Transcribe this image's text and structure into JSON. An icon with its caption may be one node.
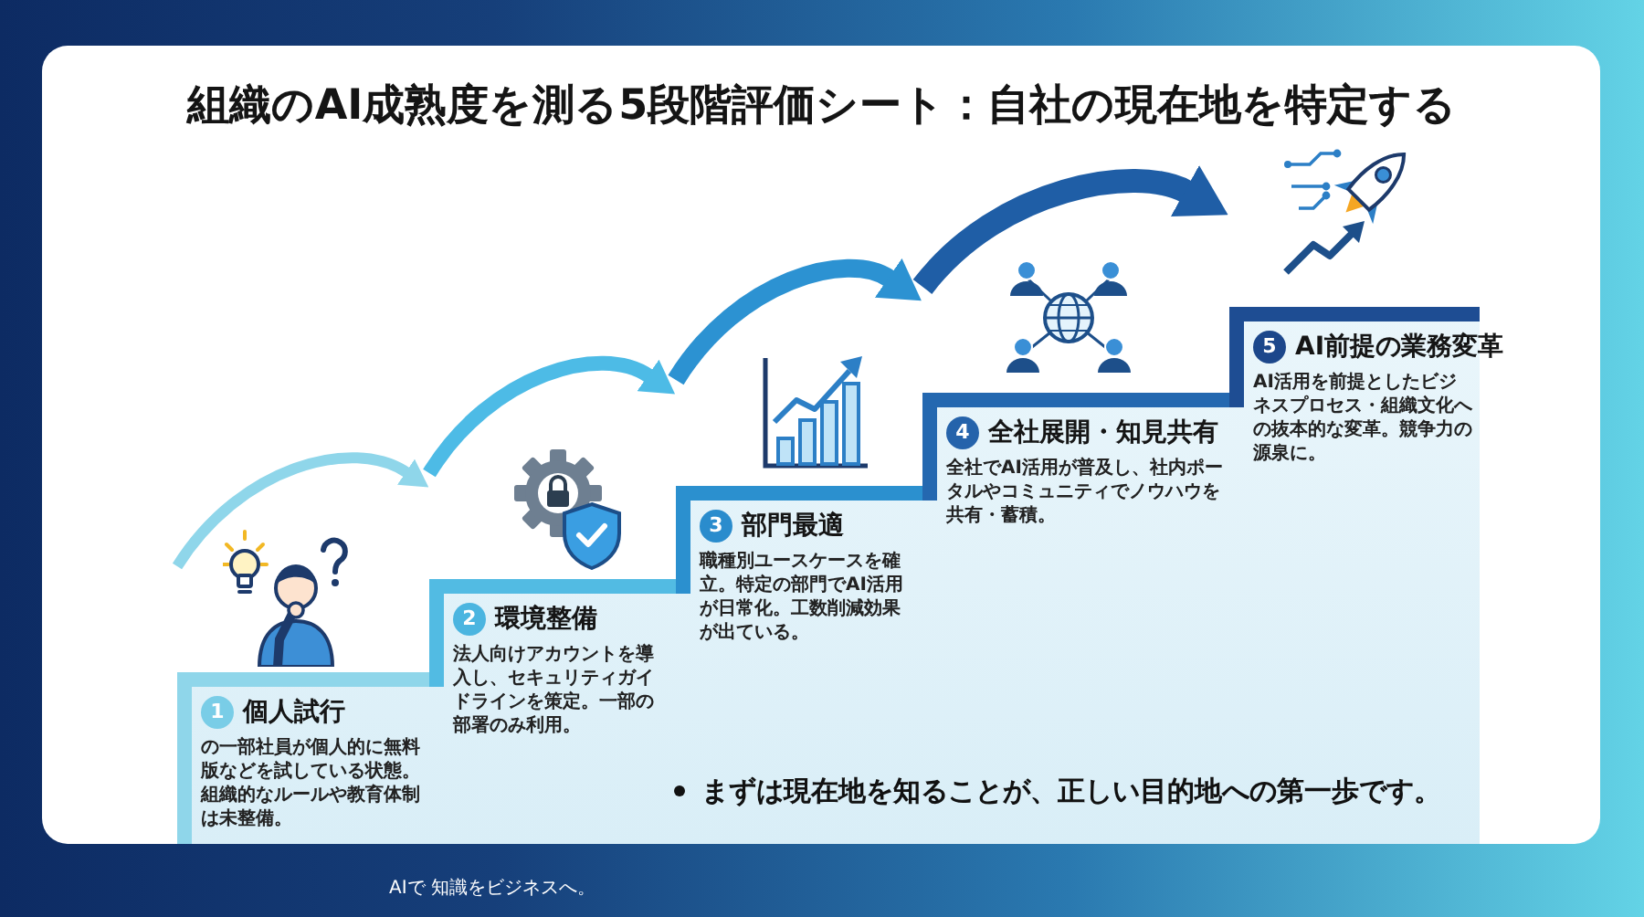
{
  "diagram": {
    "title": "組織のAI成熟度を測る5段階評価シート：自社の現在地を特定する",
    "nodes": [
      {
        "text": [
          "1",
          "個人試行",
          "の一部社員が個人的に無料版などを試している状態。組織的なルールや教育体制は未整備。"
        ]
      },
      {
        "text": [
          "2",
          "環境整備",
          "法人向けアカウントを導入し、セキュリティガイドラインを策定。一部の部署のみ利用。"
        ]
      },
      {
        "text": [
          "3",
          "部門最適",
          "職種別ユースケースを確立。特定の部門でAI活用が日常化。工数削減効果が出ている。"
        ]
      },
      {
        "text": [
          "4",
          "全社展開・知見共有",
          "全社でAI活用が普及し、社内ポータルやコミュニティでノウハウを共有・蓄積。"
        ]
      },
      {
        "text": [
          "5",
          "AI前提の業務変革",
          "AI活用を前提としたビジネスプロセス・組織文化への抜本的な変革。競争力の源泉に。"
        ]
      }
    ],
    "edges": [
      {
        "from": 0,
        "to": 1,
        "arrow": "to",
        "color": "#8fd6ea"
      },
      {
        "from": 1,
        "to": 2,
        "arrow": "to",
        "color": "#4dbbe6"
      },
      {
        "from": 2,
        "to": 3,
        "arrow": "to",
        "color": "#2c92d2"
      },
      {
        "from": 3,
        "to": 4,
        "arrow": "to",
        "color": "#1f5ea6"
      }
    ],
    "labels": [
      "まずは現在地を知ることが、正しい目的地への第一歩です。",
      "AIで 知識をビジネスへ。"
    ]
  }
}
